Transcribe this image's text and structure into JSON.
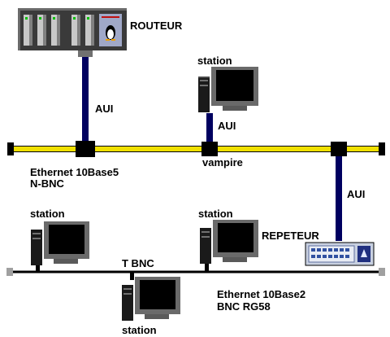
{
  "colors": {
    "thick_cable": "#f0e000",
    "thin_cable": "#000000",
    "aui_cable": "#000060",
    "tap": "#000000",
    "router_body": "#3a3a3a",
    "station_body": "#1a1a1a",
    "screen": "#000000",
    "repeater_body": "#c8d0e0"
  },
  "icons": {
    "router": "router-icon",
    "station": "computer-station-icon",
    "repeater": "repeater-hub-icon",
    "tap": "vampire-tap-icon",
    "terminator": "terminator-icon",
    "tux": "linux-penguin-icon"
  },
  "labels": {
    "router": "ROUTEUR",
    "aui_router": "AUI",
    "station_top": "station",
    "aui_station": "AUI",
    "ethernet_thick": "Ethernet 10Base5",
    "ethernet_thick_connector": "N-BNC",
    "vampire": "vampire",
    "aui_repeater": "AUI",
    "station_left": "station",
    "station_mid": "station",
    "repeater": "REPETEUR",
    "t_bnc": "T BNC",
    "ethernet_thin": "Ethernet 10Base2",
    "ethernet_thin_connector": "BNC RG58",
    "station_bottom": "station"
  }
}
